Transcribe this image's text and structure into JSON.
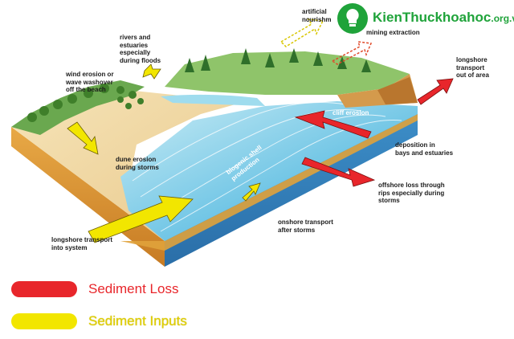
{
  "labels": {
    "artificial": "artificial\nnourishm",
    "mining": "mining extraction",
    "rivers": "rivers and\nestuaries\nespecially\nduring floods",
    "wind": "wind erosion or\nwave washover\noff the beach",
    "longshore_out": "longshore\ntransport\nout of area",
    "cliff": "cliff erosion",
    "deposition": "deposition in\nbays and estuaries",
    "dune": "dune erosion\nduring storms",
    "biogenic": "biogenic shell\nproduction",
    "offshore": "offshore loss through\nrips especially during\nstorms",
    "onshore": "onshore transport\nafter storms",
    "longshore_in": "longshore transport\ninto system"
  },
  "legend": [
    {
      "label": "Sediment Loss",
      "color": "#e8262b"
    },
    {
      "label": "Sediment Inputs",
      "color": "#f2e600"
    }
  ],
  "watermark": {
    "brand": "KienThuc",
    "brand2": "khoahoc",
    "suffix": ".org.vn"
  },
  "colors": {
    "loss": "#e8262b",
    "input": "#f2e600",
    "sea": "#6ec6e6",
    "sand": "#f0d9a6"
  }
}
